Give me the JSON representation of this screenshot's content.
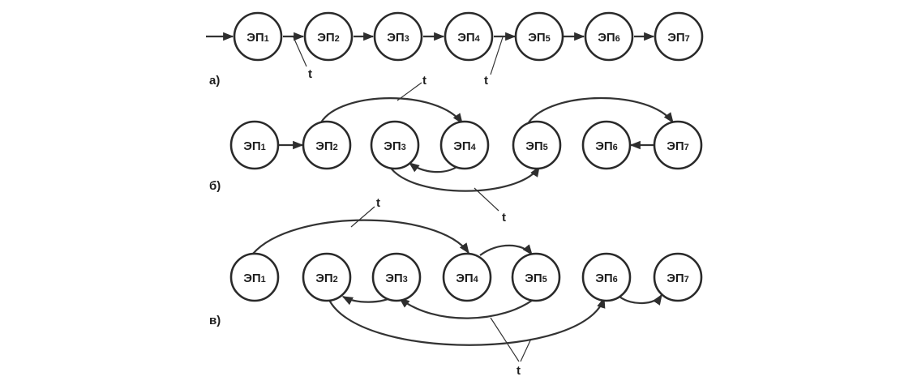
{
  "diagrams": [
    {
      "label": "а)",
      "nodes": [
        {
          "main": "ЭП",
          "sub": "1"
        },
        {
          "main": "ЭП",
          "sub": "2"
        },
        {
          "main": "ЭП",
          "sub": "3"
        },
        {
          "main": "ЭП",
          "sub": "4"
        },
        {
          "main": "ЭП",
          "sub": "5"
        },
        {
          "main": "ЭП",
          "sub": "6"
        },
        {
          "main": "ЭП",
          "sub": "7"
        }
      ],
      "t_labels": [
        "t",
        "t"
      ]
    },
    {
      "label": "б)",
      "nodes": [
        {
          "main": "ЭП",
          "sub": "1"
        },
        {
          "main": "ЭП",
          "sub": "2"
        },
        {
          "main": "ЭП",
          "sub": "3"
        },
        {
          "main": "ЭП",
          "sub": "4"
        },
        {
          "main": "ЭП",
          "sub": "5"
        },
        {
          "main": "ЭП",
          "sub": "6"
        },
        {
          "main": "ЭП",
          "sub": "7"
        }
      ],
      "t_labels": [
        "t",
        "t"
      ]
    },
    {
      "label": "в)",
      "nodes": [
        {
          "main": "ЭП",
          "sub": "1"
        },
        {
          "main": "ЭП",
          "sub": "2"
        },
        {
          "main": "ЭП",
          "sub": "3"
        },
        {
          "main": "ЭП",
          "sub": "4"
        },
        {
          "main": "ЭП",
          "sub": "5"
        },
        {
          "main": "ЭП",
          "sub": "6"
        },
        {
          "main": "ЭП",
          "sub": "7"
        }
      ],
      "t_labels": [
        "t",
        "t"
      ]
    }
  ]
}
